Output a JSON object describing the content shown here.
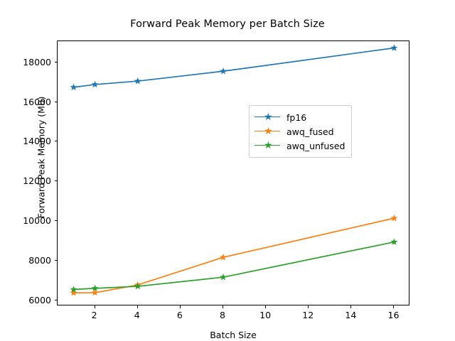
{
  "chart_data": {
    "type": "line",
    "title": "Forward Peak Memory per Batch Size",
    "xlabel": "Batch Size",
    "ylabel": "Forward Peak Memory (MB)",
    "x": [
      1,
      2,
      4,
      8,
      16
    ],
    "xlim": [
      0.25,
      16.75
    ],
    "ylim": [
      5720,
      19060
    ],
    "xticks": [
      2,
      4,
      6,
      8,
      10,
      12,
      14,
      16
    ],
    "xticklabels": [
      "2",
      "4",
      "6",
      "8",
      "10",
      "12",
      "14",
      "16"
    ],
    "yticks": [
      6000,
      8000,
      10000,
      12000,
      14000,
      16000,
      18000
    ],
    "yticklabels": [
      "6000",
      "8000",
      "10000",
      "12000",
      "14000",
      "16000",
      "18000"
    ],
    "grid": false,
    "legend_position": "center right",
    "marker": "star",
    "series": [
      {
        "name": "fp16",
        "color": "#1f77b4",
        "values": [
          16740,
          16880,
          17050,
          17550,
          18720
        ]
      },
      {
        "name": "awq_fused",
        "color": "#ff7f0e",
        "values": [
          6390,
          6400,
          6790,
          8180,
          10150
        ]
      },
      {
        "name": "awq_unfused",
        "color": "#2ca02c",
        "values": [
          6560,
          6620,
          6720,
          7180,
          8950
        ]
      }
    ]
  }
}
